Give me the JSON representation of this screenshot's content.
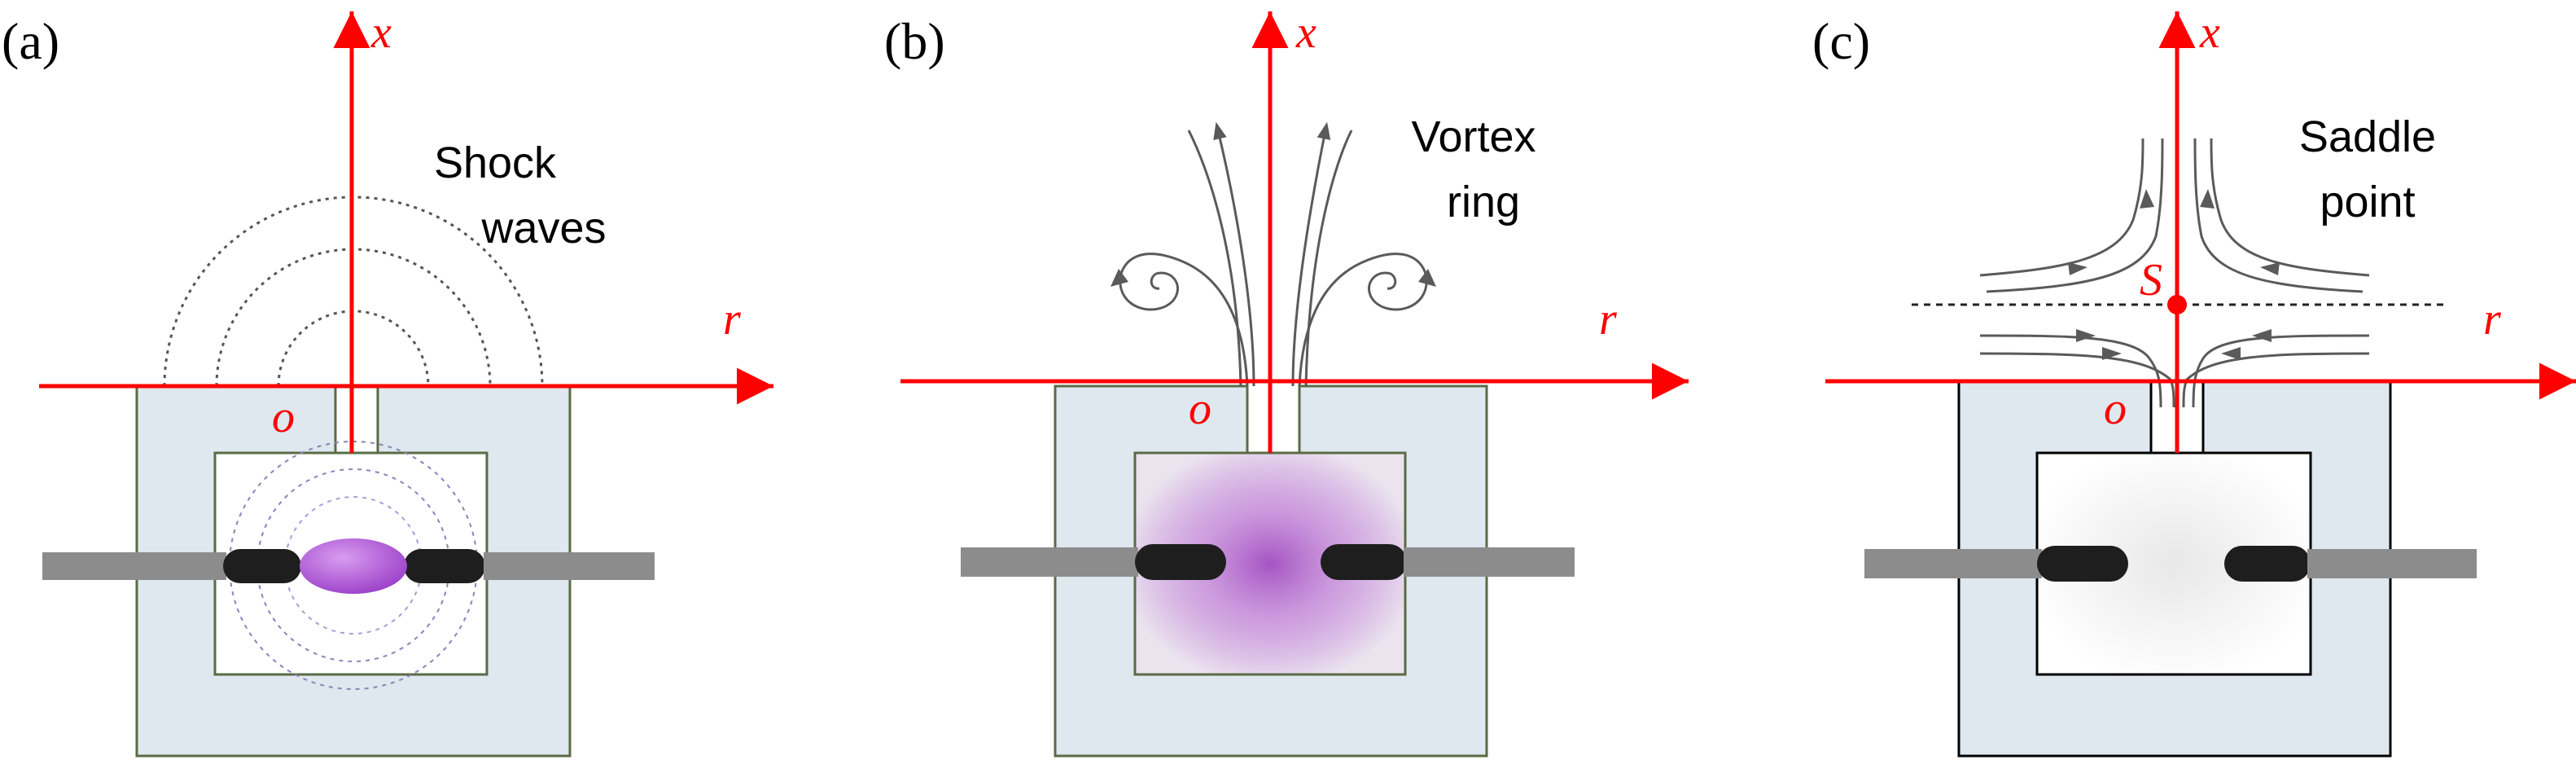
{
  "panels": [
    {
      "id": "a",
      "label": "(a)",
      "x_axis": "x",
      "r_axis": "r",
      "origin": "o",
      "annotation_lines": [
        "Shock",
        "waves"
      ]
    },
    {
      "id": "b",
      "label": "(b)",
      "x_axis": "x",
      "r_axis": "r",
      "origin": "o",
      "annotation_lines": [
        "Vortex",
        "ring"
      ]
    },
    {
      "id": "c",
      "label": "(c)",
      "x_axis": "x",
      "r_axis": "r",
      "origin": "o",
      "saddle_label": "S",
      "annotation_lines": [
        "Saddle",
        "point"
      ]
    }
  ],
  "colors": {
    "axis": "#ff0000",
    "cavity_fill": "#dfe7ef",
    "cavity_stroke": "#5a6b45",
    "electrode_gray": "#8c8c8c",
    "electrode_black": "#1e1e1e",
    "plasma": "#b35ccf",
    "streamline": "#5a5a5a"
  }
}
